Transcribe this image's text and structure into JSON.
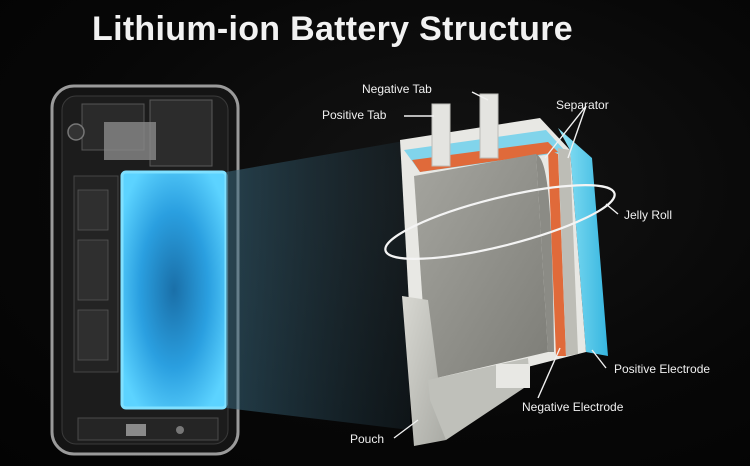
{
  "title": "Lithium-ion Battery Structure",
  "labels": {
    "negative_tab": "Negative Tab",
    "positive_tab": "Positive Tab",
    "separator": "Separator",
    "jelly_roll": "Jelly Roll",
    "positive_electrode": "Positive Electrode",
    "negative_electrode": "Negative Electrode",
    "pouch": "Pouch"
  },
  "colors": {
    "battery_glow": "#3fb6ff",
    "separator_blue": "#4fc8e8",
    "negative_electrode": "#e06a3a",
    "electrode_grey": "#9a9a94"
  }
}
